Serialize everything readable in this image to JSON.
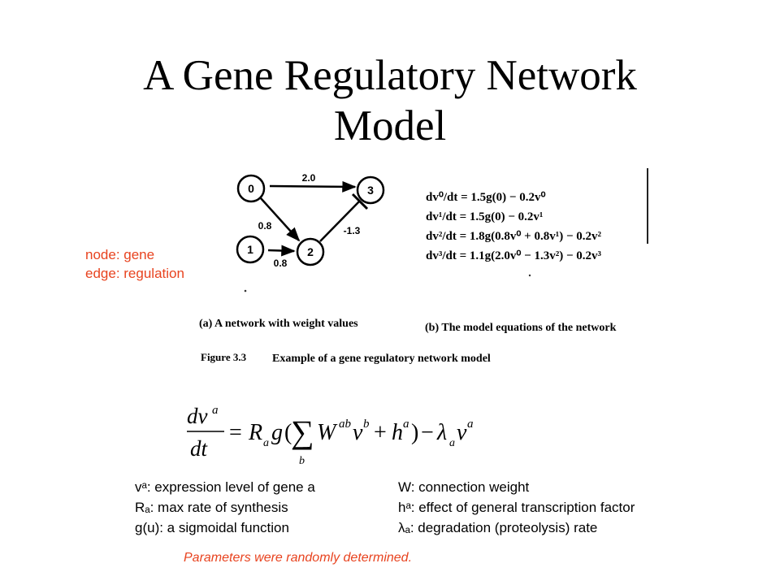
{
  "title_line1": "A Gene Regulatory Network",
  "title_line2": "Model",
  "legend": {
    "node": "node: gene",
    "edge": "edge: regulation"
  },
  "network": {
    "nodes": [
      "0",
      "1",
      "2",
      "3"
    ],
    "edges": [
      {
        "from": "0",
        "to": "3",
        "weight": "2.0"
      },
      {
        "from": "0",
        "to": "2",
        "weight": "0.8"
      },
      {
        "from": "1",
        "to": "2",
        "weight": "0.8"
      },
      {
        "from": "2",
        "to": "3",
        "weight": "-1.3"
      }
    ]
  },
  "equations": [
    "dv⁰/dt = 1.5g(0) − 0.2v⁰",
    "dv¹/dt = 1.5g(0) − 0.2v¹",
    "dv²/dt = 1.8g(0.8v⁰ + 0.8v¹) − 0.2v²",
    "dv³/dt = 1.1g(2.0v⁰ − 1.3v²) − 0.2v³"
  ],
  "captions": {
    "a": "(a) A network with weight values",
    "b": "(b) The model equations of the network",
    "figure_label": "Figure 3.3",
    "figure_text": "Example of a gene regulatory network model"
  },
  "params": {
    "left": [
      "vᵃ: expression level of gene a",
      "Rₐ: max rate of synthesis",
      "g(u): a sigmoidal function"
    ],
    "right": [
      "W: connection weight",
      "hᵃ: effect of general transcription factor",
      "λₐ: degradation (proteolysis) rate"
    ]
  },
  "note": "Parameters were randomly determined."
}
